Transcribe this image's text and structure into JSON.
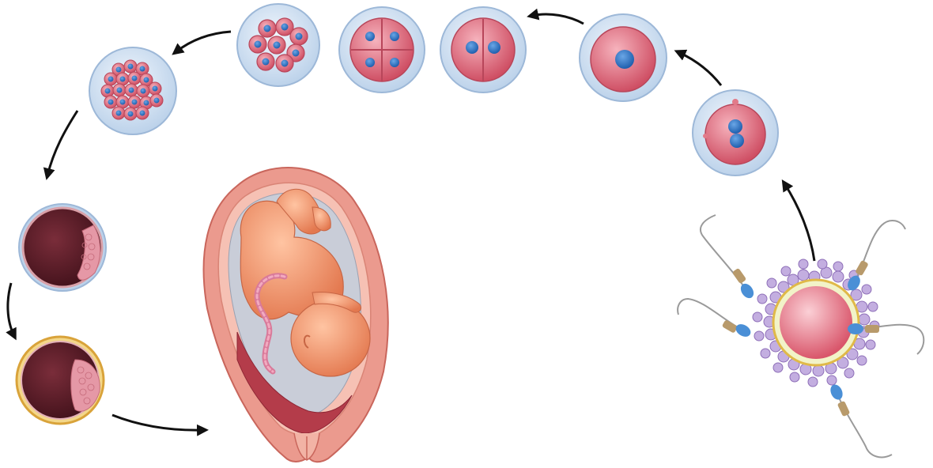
{
  "diagram": {
    "stages": [
      {
        "key": "fertilization",
        "icon": "fertilization-sperm-egg-icon"
      },
      {
        "key": "zygote-pronuclei",
        "icon": "zygote-two-pronuclei-icon"
      },
      {
        "key": "zygote",
        "icon": "zygote-single-nucleus-icon"
      },
      {
        "key": "two-cell",
        "icon": "two-cell-embryo-icon"
      },
      {
        "key": "four-cell",
        "icon": "four-cell-embryo-icon"
      },
      {
        "key": "eight-cell",
        "icon": "eight-cell-embryo-icon"
      },
      {
        "key": "morula",
        "icon": "morula-icon"
      },
      {
        "key": "blastocyst",
        "icon": "blastocyst-icon"
      },
      {
        "key": "implantation",
        "icon": "implanting-blastocyst-icon"
      },
      {
        "key": "fetus",
        "icon": "fetus-in-uterus-icon"
      }
    ],
    "colors": {
      "membrane": "#cfe0f2",
      "membrane_edge": "#9db8d8",
      "cytoplasm": "#e0707f",
      "nucleus": "#2f77c8",
      "arrow": "#111111",
      "uterus_wall": "#e58f86",
      "fetus_skin": "#f08f6a",
      "cavity": "#5a1c28",
      "corona": "#a88fc4"
    }
  }
}
